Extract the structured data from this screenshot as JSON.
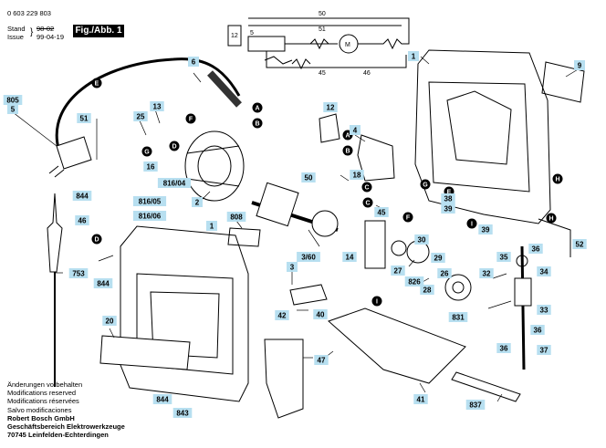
{
  "header": {
    "part_number": "0 603 229 803",
    "stand_label": "Stand",
    "issue_label": "Issue",
    "old_date": "98-02",
    "new_date": "99-04-19",
    "figure_tag": "Fig./Abb. 1"
  },
  "footer": {
    "lines": [
      "Änderungen vorbehalten",
      "Modifications reserved",
      "Modifications réservées",
      "Salvo modificaciones"
    ],
    "company": "Robert Bosch GmbH",
    "division": "Geschäftsbereich Elektrowerkzeuge",
    "address": "70745 Leinfelden-Echterdingen"
  },
  "circuit_labels": [
    "50",
    "51",
    "12",
    "5",
    "45",
    "46",
    "M"
  ],
  "part_labels": {
    "p6": "6",
    "p1a": "1",
    "p9": "9",
    "p805": "805",
    "p5": "5",
    "pE1": "E",
    "p51": "51",
    "p13": "13",
    "p25": "25",
    "pA1": "A",
    "pB1": "B",
    "pF1": "F",
    "pD1": "D",
    "pG1": "G",
    "p16": "16",
    "p816_04": "816/04",
    "p816_05": "816/05",
    "p816_06": "816/06",
    "p844a": "844",
    "p46": "46",
    "pD2": "D",
    "p2": "2",
    "p808": "808",
    "p1b": "1",
    "p753": "753",
    "p844b": "844",
    "p20": "20",
    "p844c": "844",
    "p843": "843",
    "p12": "12",
    "pA2": "A",
    "p4": "4",
    "pB2": "B",
    "p18": "18",
    "pC1": "C",
    "p50": "50",
    "pG2": "G",
    "p45": "45",
    "pF2": "F",
    "pE2": "E",
    "p38": "38",
    "p39a": "39",
    "pI": "I",
    "p39b": "39",
    "pH1": "H",
    "pH2": "H",
    "p52": "52",
    "p3_60": "3/60",
    "p3": "3",
    "p14": "14",
    "p30": "30",
    "p27": "27",
    "p826": "826",
    "p29": "29",
    "p28": "28",
    "p26": "26",
    "p32": "32",
    "p831": "831",
    "p35": "35",
    "p36a": "36",
    "p34": "34",
    "p33": "33",
    "p36b": "36",
    "p36c": "36",
    "p37": "37",
    "p42": "42",
    "p40": "40",
    "p47": "47",
    "p41": "41",
    "p837": "837",
    "pI2": "I",
    "pC2": "C"
  },
  "colors": {
    "callout": "#b7dff0",
    "line": "#000000"
  }
}
